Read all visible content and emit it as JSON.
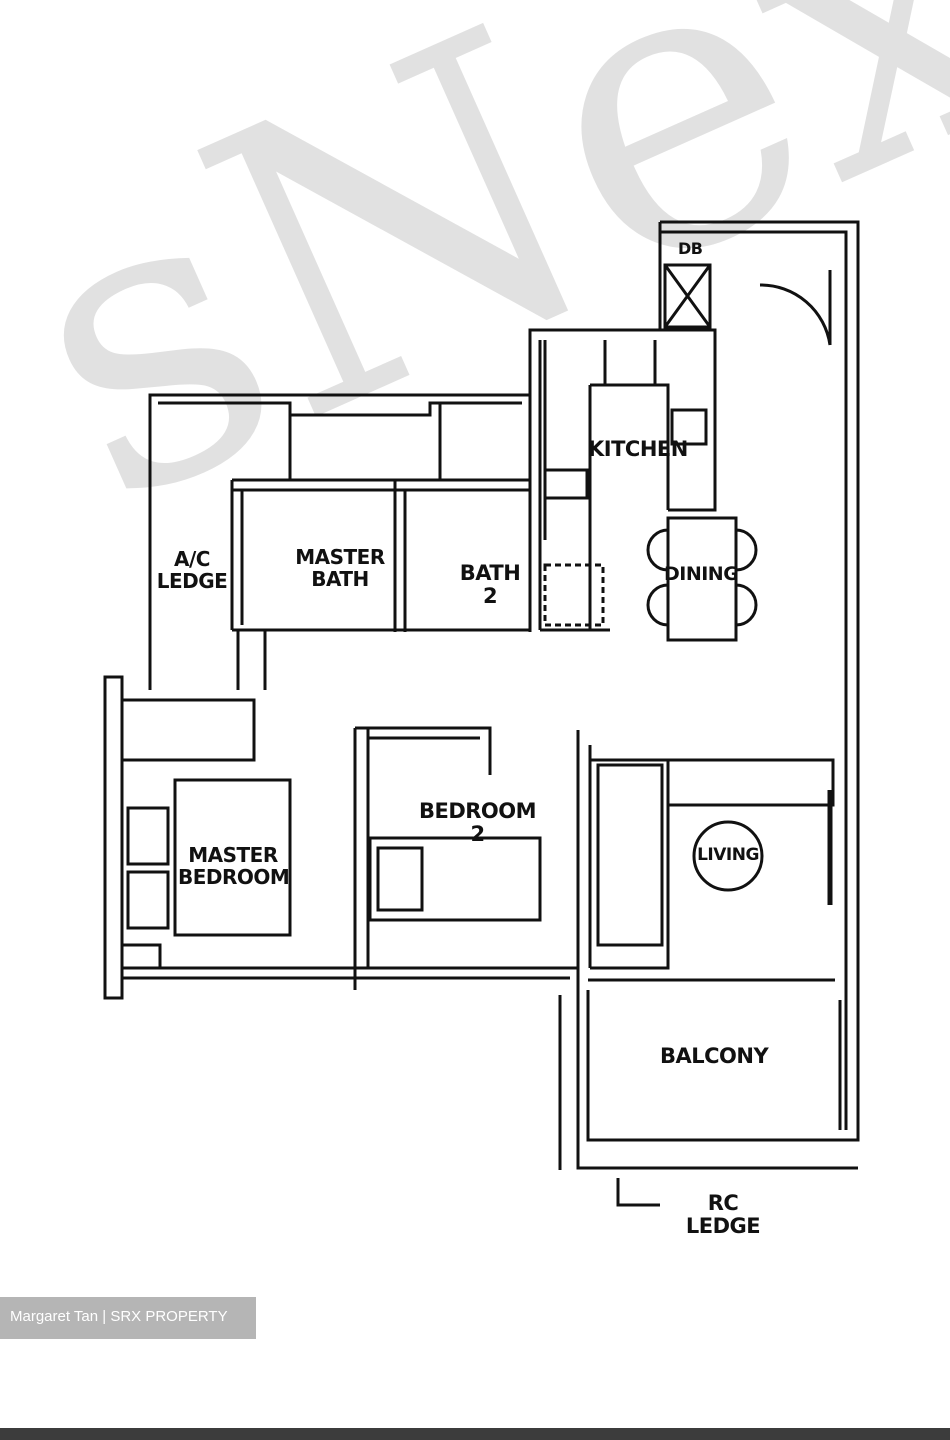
{
  "rooms": {
    "db": "DB",
    "kitchen": "KITCHEN",
    "ac_ledge": "A/C\nLEDGE",
    "master_bath": "MASTER\nBATH",
    "bath_2": "BATH 2",
    "dining": "DINING",
    "bedroom_2": "BEDROOM 2",
    "master_bedroom": "MASTER\nBEDROOM",
    "living": "LIVING",
    "balcony": "BALCONY",
    "rc_ledge": "RC LEDGE"
  },
  "watermark": "sNex",
  "credit": "Margaret Tan | SRX PROPERTY",
  "colors": {
    "line": "#111111",
    "watermark": "#c9c9c9",
    "credit_bg": "#b5b5b5",
    "bottom_bar": "#3c3c3c"
  }
}
